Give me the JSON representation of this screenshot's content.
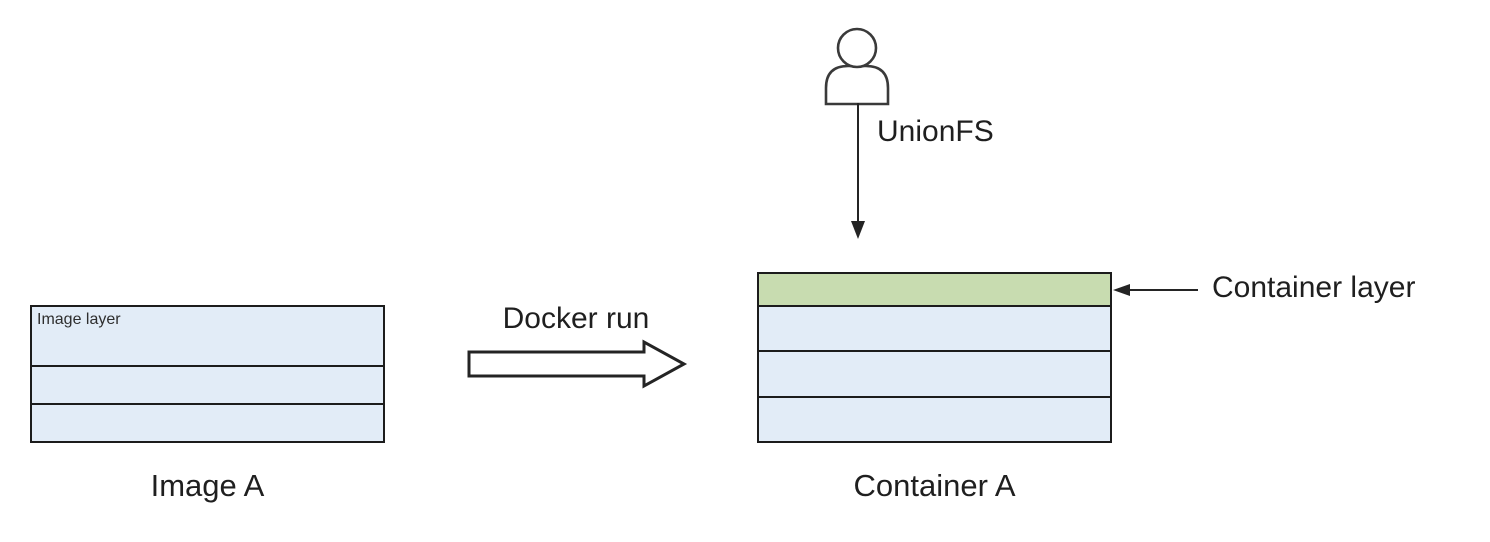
{
  "colors": {
    "layer_fill": "#e2ecf7",
    "container_layer_fill": "#c8dcb0",
    "stroke": "#1c1c1c",
    "background": "#ffffff"
  },
  "image_stack": {
    "caption": "Image A",
    "layer_count": 3,
    "layers": [
      {
        "label": "Image layer"
      },
      {
        "label": ""
      },
      {
        "label": ""
      }
    ]
  },
  "docker_run": {
    "label": "Docker run"
  },
  "unionfs": {
    "label": "UnionFS"
  },
  "container_stack": {
    "caption": "Container A",
    "layer_count": 4,
    "annotation": "Container layer"
  }
}
